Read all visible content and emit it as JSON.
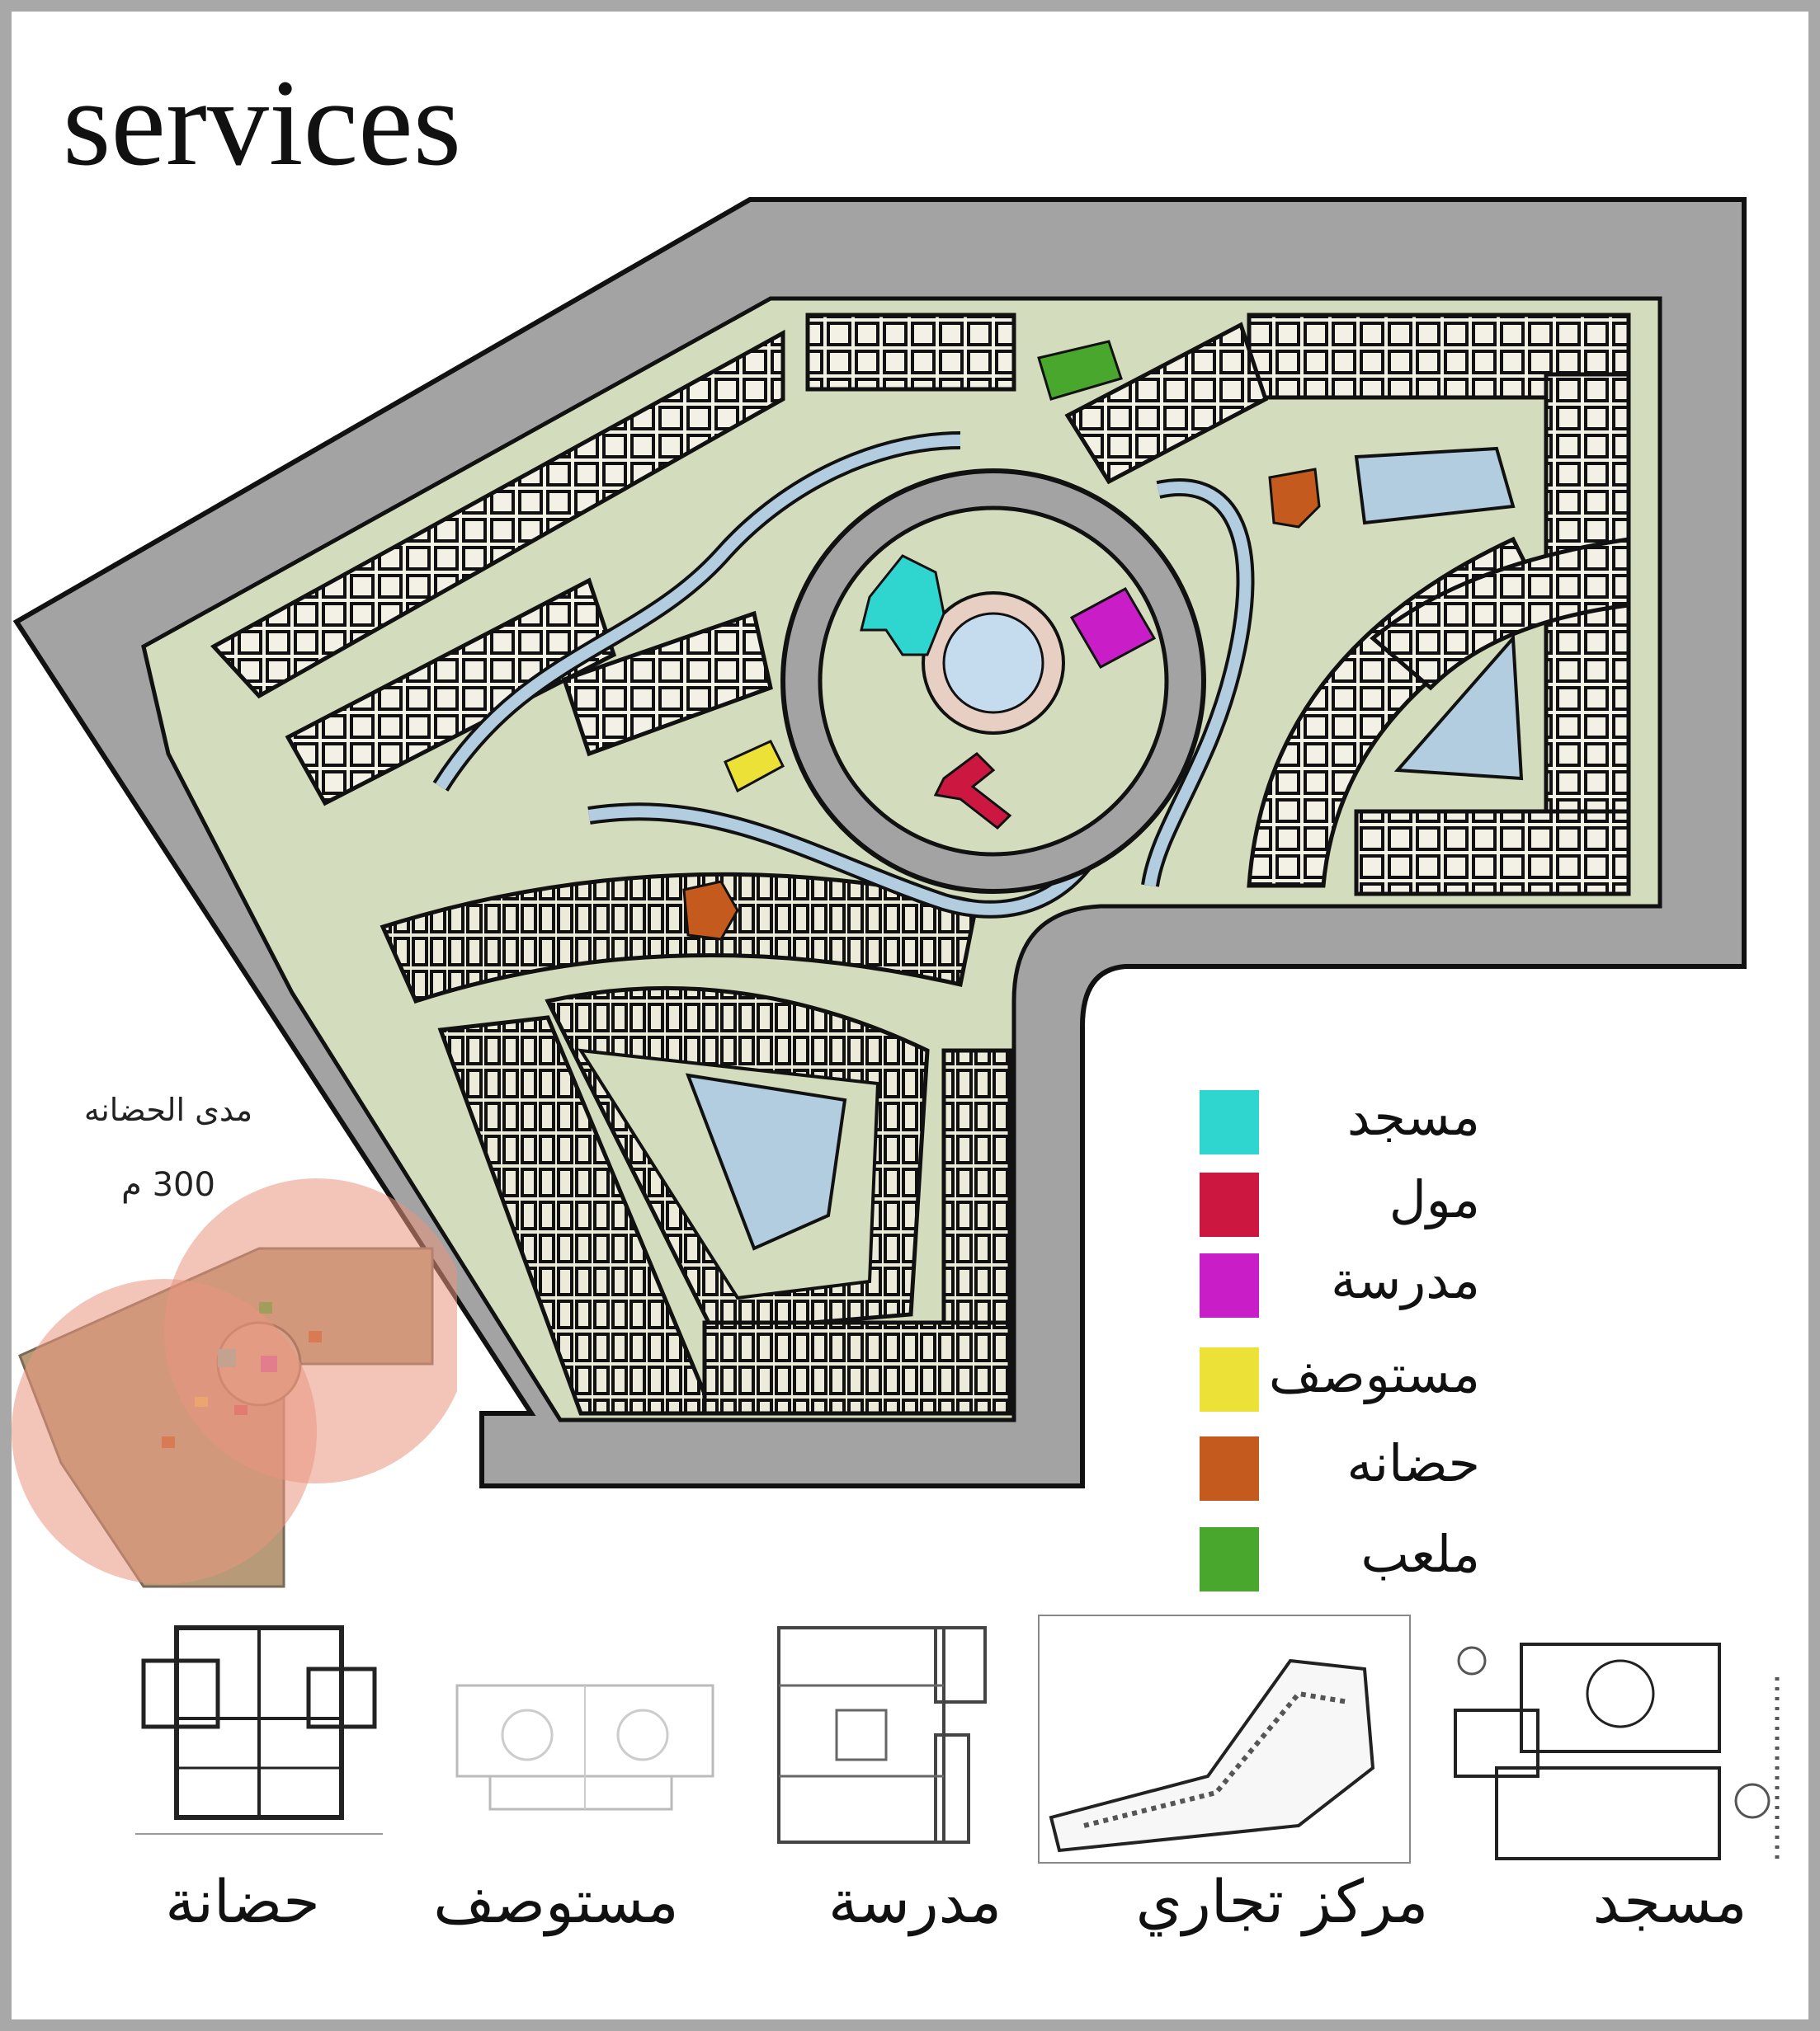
{
  "title": "services",
  "legend": [
    {
      "label": "مسجد",
      "color": "#2fd6cf"
    },
    {
      "label": "مول",
      "color": "#cc1840"
    },
    {
      "label": "مدرسة",
      "color": "#c81dc7"
    },
    {
      "label": "مستوصف",
      "color": "#ece237"
    },
    {
      "label": "حضانه",
      "color": "#c45a1e"
    },
    {
      "label": "ملعب",
      "color": "#4aa72e"
    }
  ],
  "nursery_range": {
    "label": "مدى الحضانه",
    "distance": "300 م",
    "circle_color": "#e9967f"
  },
  "site_colors": {
    "road": "#a3a3a3",
    "green": "#d3dcbc",
    "water": "#b3cde0",
    "outline": "#111111"
  },
  "examples": [
    {
      "label": "حضانة",
      "icon": "nursery-plan"
    },
    {
      "label": "مستوصف",
      "icon": "clinic-plan"
    },
    {
      "label": "مدرسة",
      "icon": "school-plan"
    },
    {
      "label": "مركز تجاري",
      "icon": "mall-plan"
    },
    {
      "label": "مسجد",
      "icon": "mosque-plan"
    }
  ]
}
